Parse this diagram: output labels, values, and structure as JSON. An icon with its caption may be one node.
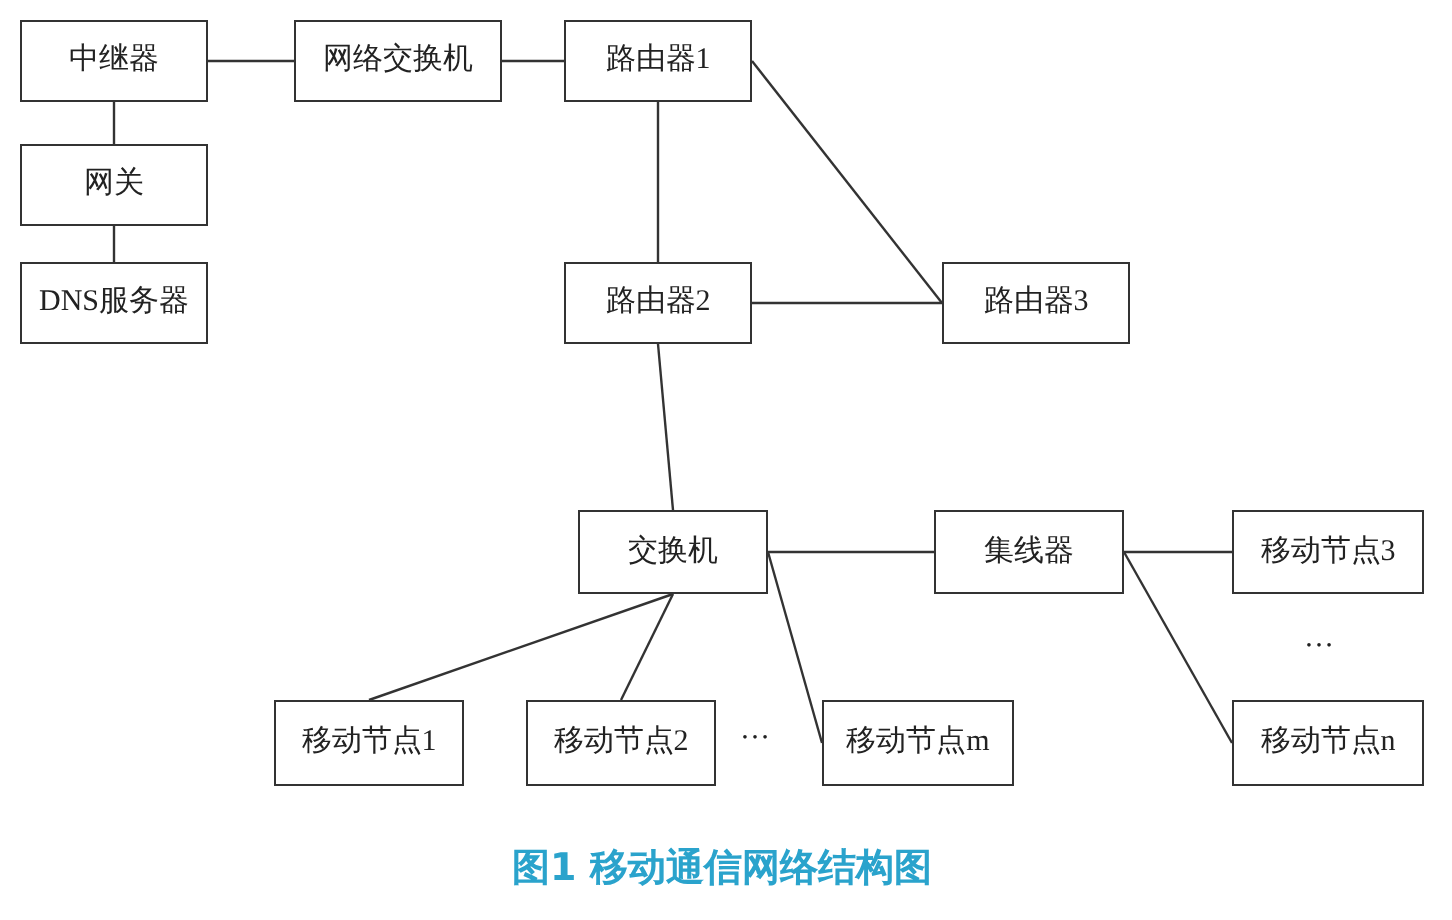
{
  "diagram": {
    "caption": "图1 移动通信网络结构图",
    "nodes": [
      {
        "text": [
          "中继器"
        ]
      },
      {
        "text": [
          "网关"
        ]
      },
      {
        "text": [
          "DNS服务器"
        ]
      },
      {
        "text": [
          "网络交换机"
        ]
      },
      {
        "text": [
          "路由器1"
        ]
      },
      {
        "text": [
          "路由器2"
        ]
      },
      {
        "text": [
          "路由器3"
        ]
      },
      {
        "text": [
          "交换机"
        ]
      },
      {
        "text": [
          "集线器"
        ]
      },
      {
        "text": [
          "移动节点3"
        ]
      },
      {
        "text": [
          "移动节点1"
        ]
      },
      {
        "text": [
          "移动节点2"
        ]
      },
      {
        "text": [
          "移动节点m"
        ]
      },
      {
        "text": [
          "移动节点n"
        ]
      }
    ],
    "edges": [
      {
        "from": 0,
        "to": 3,
        "arrow": "none"
      },
      {
        "from": 3,
        "to": 4,
        "arrow": "none"
      },
      {
        "from": 0,
        "to": 1,
        "arrow": "none"
      },
      {
        "from": 1,
        "to": 2,
        "arrow": "none"
      },
      {
        "from": 4,
        "to": 5,
        "arrow": "none"
      },
      {
        "from": 4,
        "to": 6,
        "arrow": "none"
      },
      {
        "from": 5,
        "to": 6,
        "arrow": "none"
      },
      {
        "from": 5,
        "to": 7,
        "arrow": "none"
      },
      {
        "from": 7,
        "to": 8,
        "arrow": "none"
      },
      {
        "from": 8,
        "to": 9,
        "arrow": "none"
      },
      {
        "from": 8,
        "to": 13,
        "arrow": "none"
      },
      {
        "from": 7,
        "to": 10,
        "arrow": "none"
      },
      {
        "from": 7,
        "to": 11,
        "arrow": "none"
      },
      {
        "from": 7,
        "to": 12,
        "arrow": "none"
      }
    ],
    "labels": [
      "…",
      "…"
    ]
  }
}
